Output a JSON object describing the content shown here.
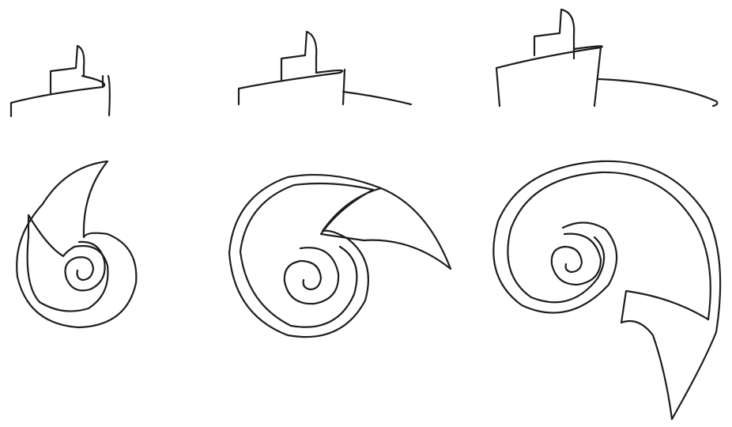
{
  "figure": {
    "stage_count": 3,
    "ink_color": "#1e1e1e",
    "background_color": "#ffffff",
    "stages": [
      {
        "side_view": "coiled-tube-profile",
        "top_view": "spiral-shell-outline"
      },
      {
        "side_view": "coiled-tube-profile",
        "top_view": "spiral-shell-outline"
      },
      {
        "side_view": "coiled-tube-profile",
        "top_view": "spiral-shell-outline"
      }
    ]
  }
}
